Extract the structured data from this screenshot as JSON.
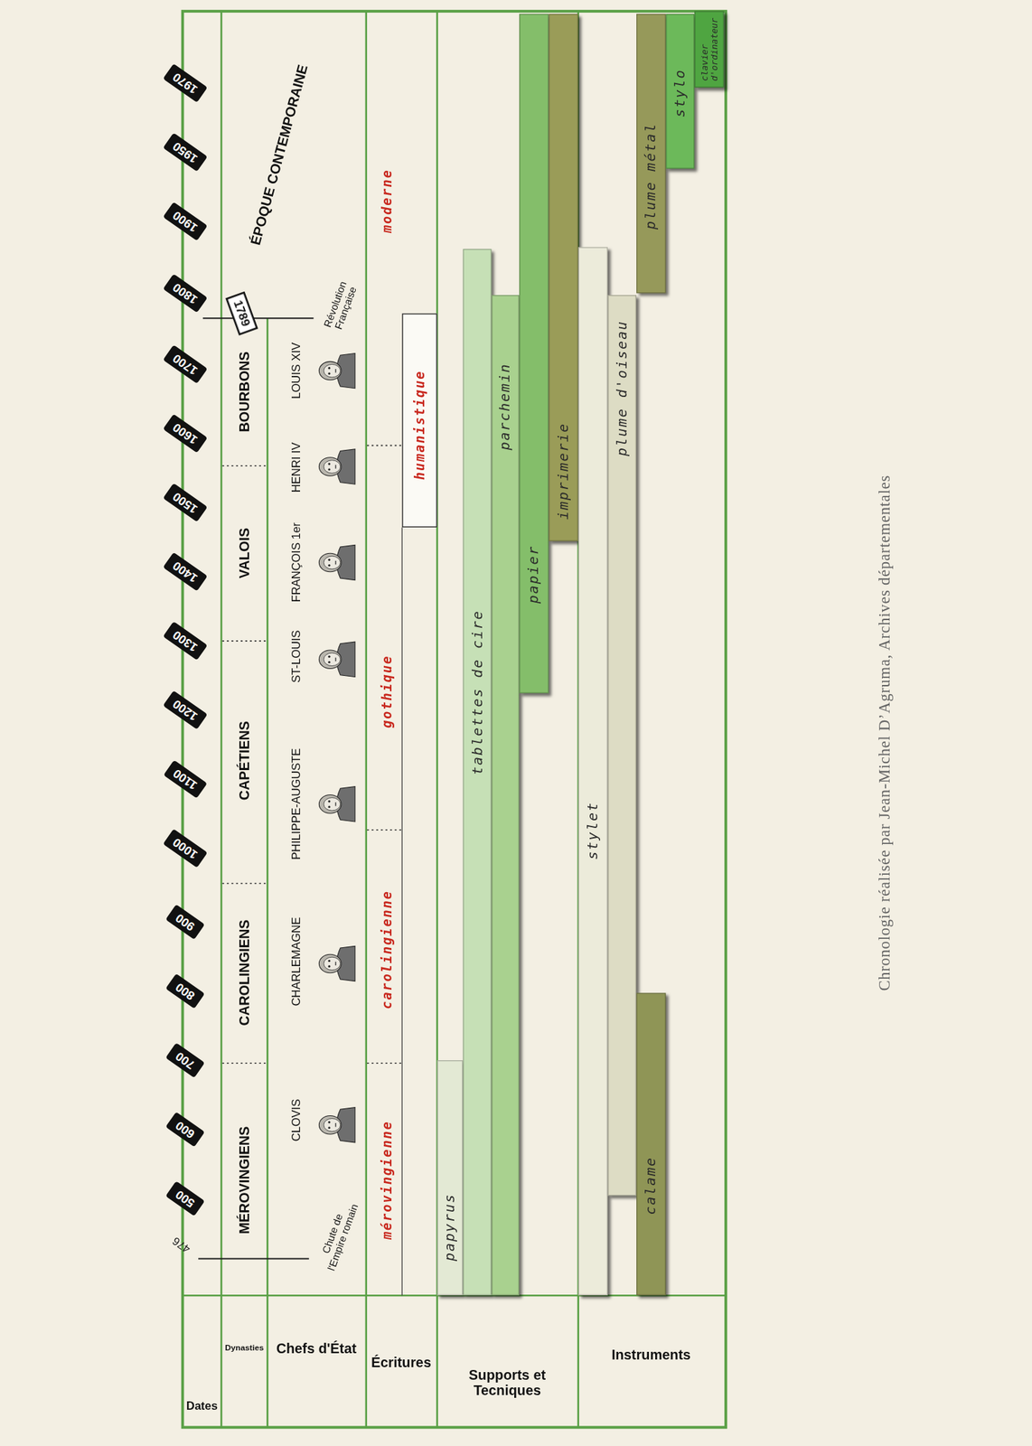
{
  "diagram": {
    "caption": "Chronologie réalisée par Jean-Michel D’Agruma, Archives départementales",
    "nodes": [
      {
        "text": [
          "papyrus"
        ]
      },
      {
        "text": [
          "tablettes de cire"
        ]
      },
      {
        "text": [
          "parchemin"
        ]
      },
      {
        "text": [
          "papier"
        ]
      },
      {
        "text": [
          "imprimerie"
        ]
      },
      {
        "text": [
          "stylet"
        ]
      },
      {
        "text": [
          "plume d'oiseau"
        ]
      },
      {
        "text": [
          "calame"
        ]
      },
      {
        "text": [
          "plume métal"
        ]
      },
      {
        "text": [
          "stylo"
        ]
      },
      {
        "text": [
          "clavier d'ordinateur"
        ]
      },
      {
        "text": [
          "humanistique"
        ]
      }
    ],
    "labels": [
      "Dates",
      "Dynasties",
      "Chefs d'État",
      "Écritures",
      "Supports et Tecniques",
      "Instruments",
      "500",
      "600",
      "700",
      "800",
      "900",
      "1000",
      "1100",
      "1200",
      "1300",
      "1400",
      "1500",
      "1600",
      "1700",
      "1800",
      "1900",
      "1950",
      "1970",
      "476",
      "1789",
      "MÉROVINGIENS",
      "CAROLINGIENS",
      "CAPÉTIENS",
      "VALOIS",
      "BOURBONS",
      "ÉPOQUE CONTEMPORAINE",
      "Chute de l'Empire romain",
      "CLOVIS",
      "CHARLEMAGNE",
      "PHILIPPE-AUGUSTE",
      "ST-LOUIS",
      "FRANÇOIS 1er",
      "HENRI IV",
      "LOUIS XIV",
      "Révolution Française",
      "mérovingienne",
      "carolingienne",
      "gothique",
      "moderne"
    ]
  }
}
